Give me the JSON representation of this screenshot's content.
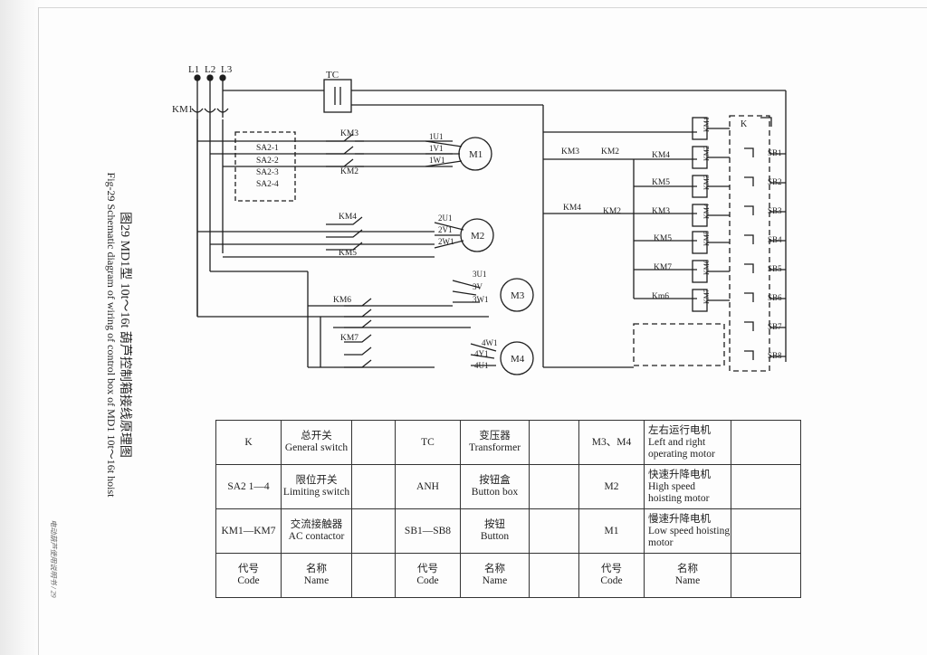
{
  "caption": {
    "cn": "图29 MD1型 10t～16t 葫芦控制箱接线原理图",
    "en": "Fig-29 Schematic diagram of wiring of control box of MD1 10t～16t hoist"
  },
  "footer_note": "电动葫芦使用说明书 / 29",
  "labels": {
    "phases": [
      "L1",
      "L2",
      "L3"
    ],
    "tc": "TC",
    "km1": "KM1",
    "sa": [
      "SA2-1",
      "SA2-2",
      "SA2-3",
      "SA2-4"
    ],
    "km2": "KM2",
    "km3": "KM3",
    "km4": "KM4",
    "km5": "KM5",
    "km6": "KM6",
    "km7": "KM7",
    "m1_terms": [
      "1U1",
      "1V1",
      "1W1"
    ],
    "m2_terms": [
      "2U1",
      "2V1",
      "2W1"
    ],
    "m3_terms": [
      "3U1",
      "3V",
      "3W1"
    ],
    "m4_terms": [
      "4W1",
      "4Y1",
      "4U1"
    ],
    "motors": [
      "M1",
      "M2",
      "M3",
      "M4"
    ],
    "k": "K",
    "coils": [
      "KM1",
      "KM2",
      "KM3",
      "KM4",
      "KM5",
      "KM6",
      "KM7"
    ],
    "switches": [
      "SB1",
      "SB2",
      "SB3",
      "SB4",
      "SB5",
      "SB6",
      "SB7",
      "SB8"
    ],
    "ctrl_contacts": {
      "r1": [
        "KM3",
        "KM2",
        "KM4"
      ],
      "r2": [
        "KM5"
      ],
      "r3": [
        "KM4",
        "KM2",
        "KM3"
      ],
      "r4": [
        "KM5"
      ],
      "r5": [
        "KM7"
      ],
      "r6": [
        "Km6"
      ]
    }
  },
  "legend": [
    [
      {
        "code": "K",
        "cn": "总开关",
        "en": "General switch"
      },
      {
        "code": "TC",
        "cn": "变压器",
        "en": "Transformer"
      },
      {
        "code": "M3、M4",
        "cn": "左右运行电机",
        "en": "Left and right operating motor"
      }
    ],
    [
      {
        "code": "SA2 1—4",
        "cn": "限位开关",
        "en": "Limiting switch"
      },
      {
        "code": "ANH",
        "cn": "按钮盒",
        "en": "Button box"
      },
      {
        "code": "M2",
        "cn": "快速升降电机",
        "en": "High speed hoisting motor"
      }
    ],
    [
      {
        "code": "KM1—KM7",
        "cn": "交流接触器",
        "en": "AC contactor"
      },
      {
        "code": "SB1—SB8",
        "cn": "按钮",
        "en": "Button"
      },
      {
        "code": "M1",
        "cn": "慢速升降电机",
        "en": "Low speed hoisting motor"
      }
    ],
    [
      {
        "code": "代号",
        "cn": "Code",
        "is_header": true,
        "name_cn": "名称",
        "name_en": "Name"
      },
      {
        "code": "代号",
        "cn": "Code",
        "is_header": true,
        "name_cn": "名称",
        "name_en": "Name"
      },
      {
        "code": "代号",
        "cn": "Code",
        "is_header": true,
        "name_cn": "名称",
        "name_en": "Name"
      }
    ]
  ]
}
